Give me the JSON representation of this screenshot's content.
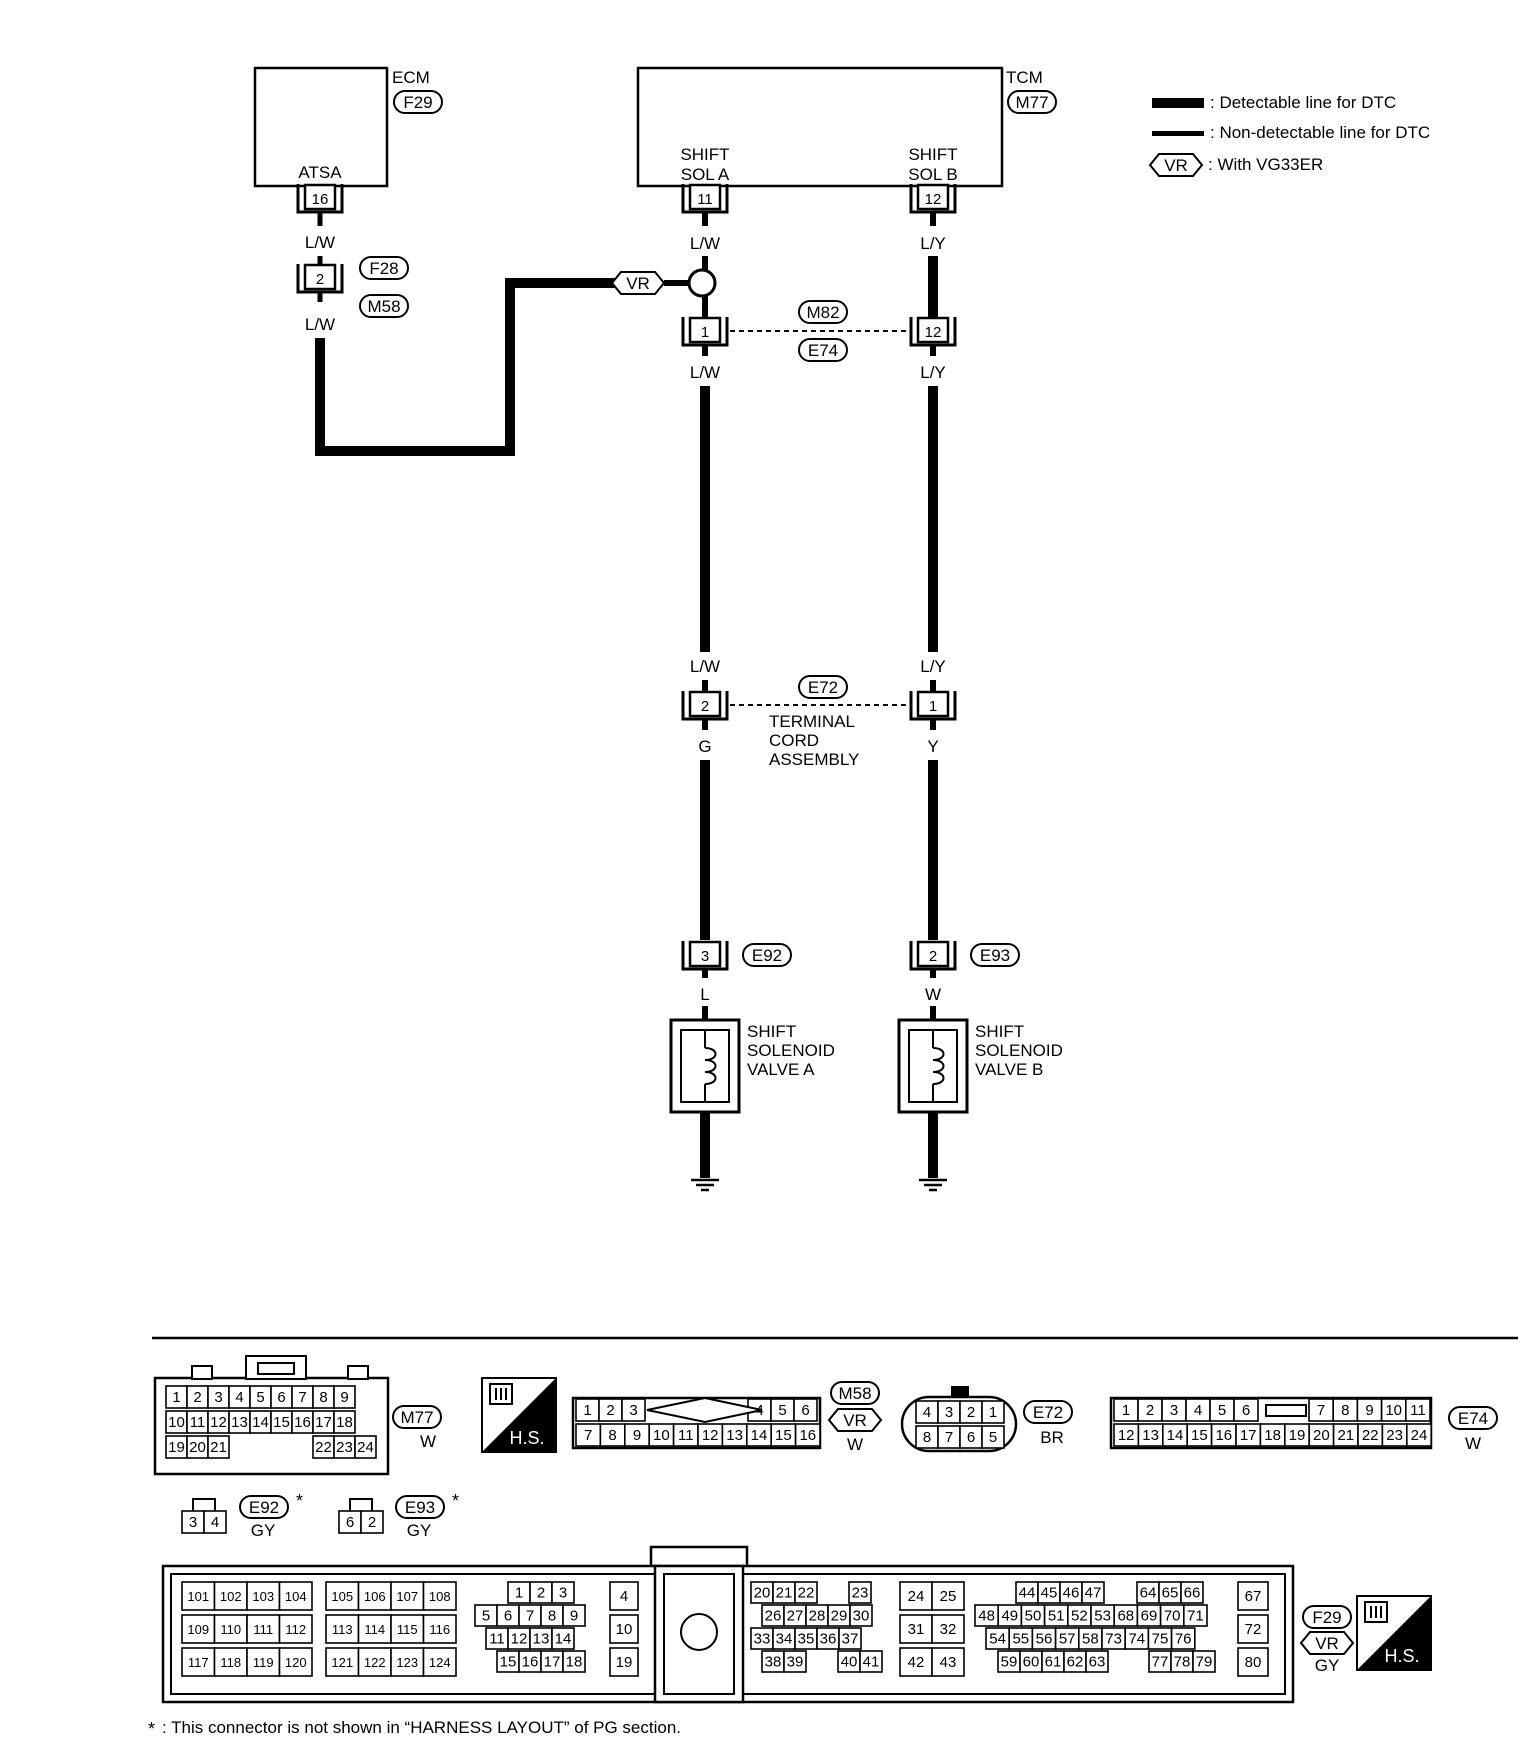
{
  "legend": {
    "detectable": ": Detectable line for DTC",
    "non_detectable": ": Non-detectable line for DTC",
    "vr_badge": "VR",
    "vr_text": ": With VG33ER"
  },
  "ecm": {
    "name": "ECM",
    "connector": "F29",
    "terminal_label": "ATSA",
    "pin": "16",
    "wire": "L/W"
  },
  "tcm": {
    "name": "TCM",
    "connector": "M77",
    "sol_a": [
      "SHIFT",
      "SOL A"
    ],
    "sol_b": [
      "SHIFT",
      "SOL B"
    ],
    "pin_a": "11",
    "pin_b": "12",
    "wire_a": "L/W",
    "wire_b": "L/Y"
  },
  "joint": {
    "pin": "2",
    "conn_top": "F28",
    "conn_bottom": "M58",
    "wire_below": "L/W",
    "vr": "VR"
  },
  "m82": {
    "conn_top": "M82",
    "conn_bottom": "E74",
    "pin_a": "1",
    "pin_b": "12",
    "wire_a": "L/W",
    "wire_b": "L/Y"
  },
  "e72": {
    "conn": "E72",
    "wire_a_in": "L/W",
    "wire_b_in": "L/Y",
    "pin_a": "2",
    "pin_b": "1",
    "label": [
      "TERMINAL",
      "CORD",
      "ASSEMBLY"
    ],
    "wire_a_out": "G",
    "wire_b_out": "Y"
  },
  "valve_a": {
    "conn": "E92",
    "pin": "3",
    "wire": "L",
    "label": [
      "SHIFT",
      "SOLENOID",
      "VALVE A"
    ]
  },
  "valve_b": {
    "conn": "E93",
    "pin": "2",
    "wire": "W",
    "label": [
      "SHIFT",
      "SOLENOID",
      "VALVE B"
    ]
  },
  "connectors": {
    "m77": {
      "id": "M77",
      "color": "W",
      "rows": [
        [
          "1",
          "2",
          "3",
          "4",
          "5",
          "6",
          "7",
          "8",
          "9"
        ],
        [
          "10",
          "11",
          "12",
          "13",
          "14",
          "15",
          "16",
          "17",
          "18"
        ],
        [
          "19",
          "20",
          "21",
          "22",
          "23",
          "24"
        ]
      ]
    },
    "hs": "H.S.",
    "m58": {
      "id": "M58",
      "vr": "VR",
      "color": "W",
      "rows": [
        [
          "1",
          "2",
          "3",
          "4",
          "5",
          "6"
        ],
        [
          "7",
          "8",
          "9",
          "10",
          "11",
          "12",
          "13",
          "14",
          "15",
          "16"
        ]
      ]
    },
    "e72": {
      "id": "E72",
      "color": "BR",
      "rows": [
        [
          "4",
          "3",
          "2",
          "1"
        ],
        [
          "8",
          "7",
          "6",
          "5"
        ]
      ]
    },
    "e74": {
      "id": "E74",
      "color": "W",
      "rows": [
        [
          "1",
          "2",
          "3",
          "4",
          "5",
          "6",
          "7",
          "8",
          "9",
          "10",
          "11"
        ],
        [
          "12",
          "13",
          "14",
          "15",
          "16",
          "17",
          "18",
          "19",
          "20",
          "21",
          "22",
          "23",
          "24"
        ]
      ]
    },
    "e92": {
      "id": "E92",
      "star": "*",
      "color": "GY",
      "pins": [
        "3",
        "4"
      ]
    },
    "e93": {
      "id": "E93",
      "star": "*",
      "color": "GY",
      "pins": [
        "6",
        "2"
      ]
    },
    "f29": {
      "id": "F29",
      "vr": "VR",
      "color": "GY",
      "b1": [
        [
          "101",
          "102",
          "103",
          "104"
        ],
        [
          "109",
          "110",
          "111",
          "112"
        ],
        [
          "117",
          "118",
          "119",
          "120"
        ]
      ],
      "b2": [
        [
          "105",
          "106",
          "107",
          "108"
        ],
        [
          "113",
          "114",
          "115",
          "116"
        ],
        [
          "121",
          "122",
          "123",
          "124"
        ]
      ],
      "b3": [
        [
          "1",
          "2",
          "3"
        ],
        [
          "5",
          "6",
          "7",
          "8",
          "9"
        ],
        [
          "11",
          "12",
          "13",
          "14"
        ],
        [
          "15",
          "16",
          "17",
          "18"
        ]
      ],
      "b4": [
        "4",
        "10",
        "19"
      ],
      "b5": [
        [
          "20",
          "21",
          "22",
          "23"
        ],
        [
          "26",
          "27",
          "28",
          "29",
          "30"
        ],
        [
          "33",
          "34",
          "35",
          "36",
          "37"
        ],
        [
          "38",
          "39",
          "40",
          "41"
        ]
      ],
      "b6": [
        [
          "24",
          "25"
        ],
        [
          "31",
          "32"
        ],
        [
          "42",
          "43"
        ]
      ],
      "b7": [
        [
          "44",
          "45",
          "46",
          "47",
          "64",
          "65",
          "66"
        ],
        [
          "48",
          "49",
          "50",
          "51",
          "52",
          "53",
          "68",
          "69",
          "70",
          "71"
        ],
        [
          "54",
          "55",
          "56",
          "57",
          "58",
          "73",
          "74",
          "75",
          "76"
        ],
        [
          "59",
          "60",
          "61",
          "62",
          "63",
          "77",
          "78",
          "79"
        ]
      ],
      "b8": [
        "67",
        "72",
        "80"
      ]
    }
  },
  "footnote": {
    "star": "*",
    "text": ": This connector is not shown in “HARNESS LAYOUT” of PG section."
  }
}
